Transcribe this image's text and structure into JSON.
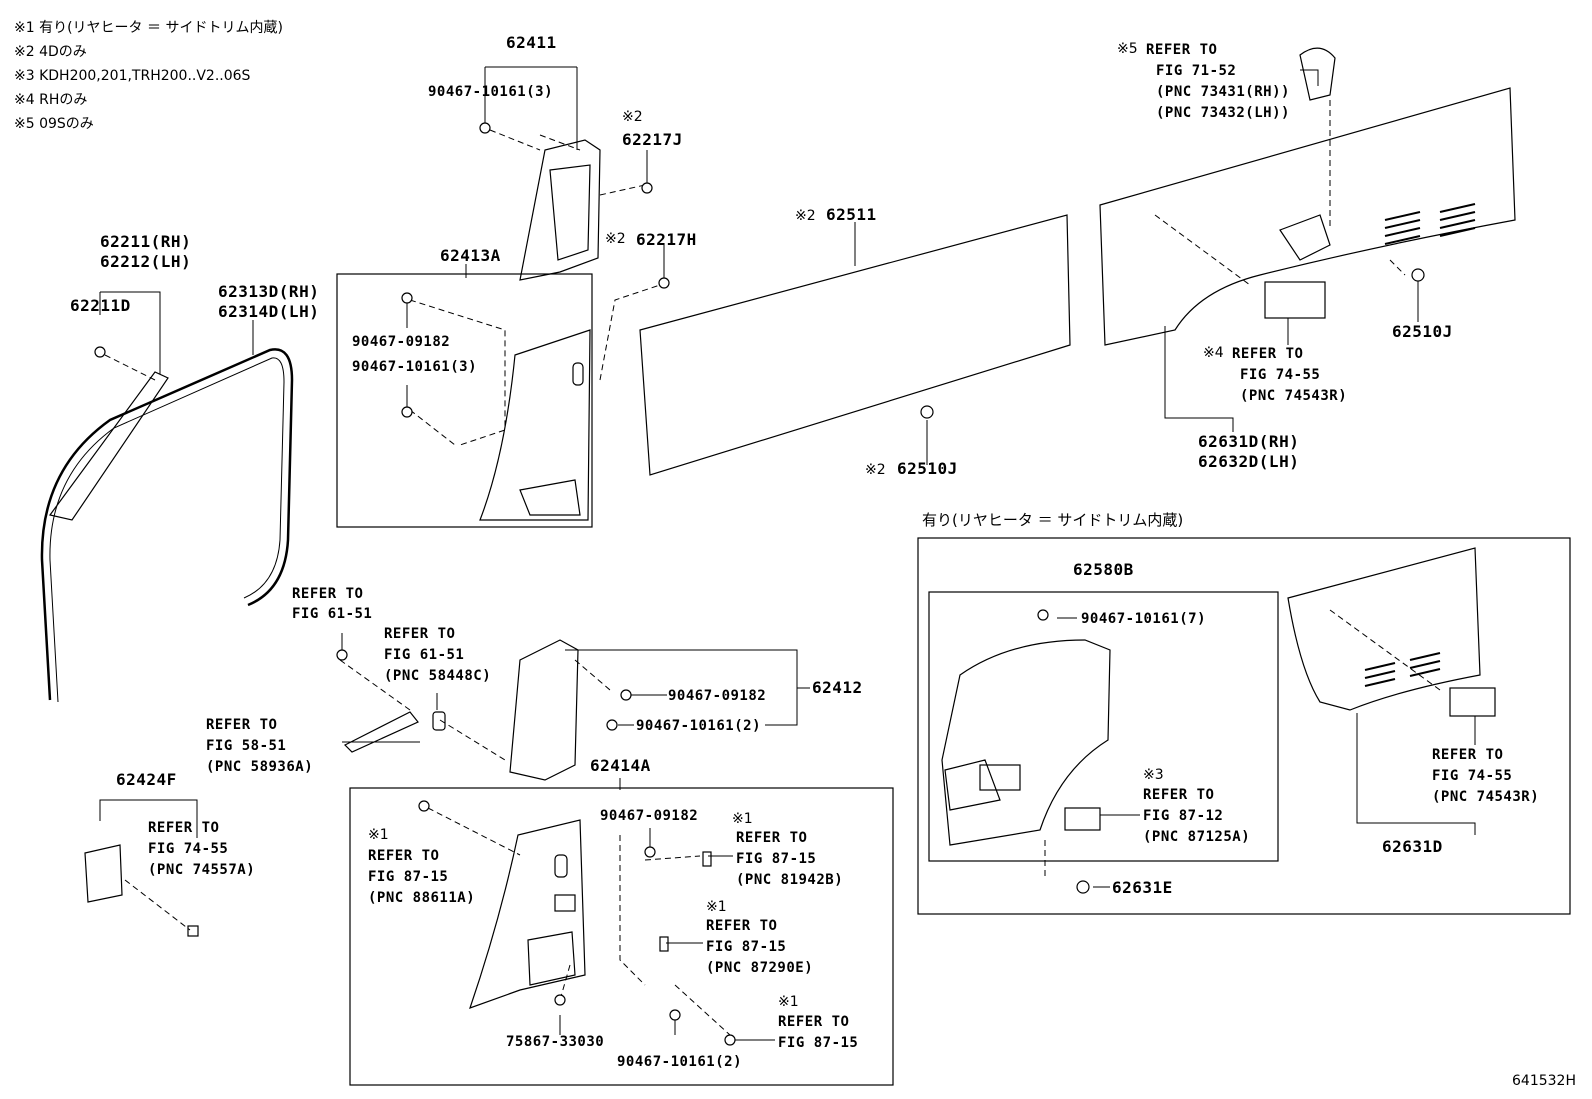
{
  "notes": [
    "※1 有り(リヤヒータ ＝ サイドトリム内蔵)",
    "※2 4Dのみ",
    "※3 KDH200,201,TRH200..V2..06S",
    "※4 RHのみ",
    "※5 09Sのみ"
  ],
  "box_caption": "有り(リヤヒータ ＝ サイドトリム内蔵)",
  "figure_id": "641532H",
  "labels": {
    "p62411": "62411",
    "p90467_10161_3a": "90467-10161(3)",
    "m2a": "※2",
    "p62217J": "62217J",
    "p62211RH": "62211(RH)",
    "p62212LH": "62212(LH)",
    "p62211D": "62211D",
    "p62313D": "62313D(RH)",
    "p62314D": "62314D(LH)",
    "p62413A": "62413A",
    "m2b": "※2",
    "p62217H": "62217H",
    "p90467_09182a": "90467-09182",
    "p90467_10161_3b": "90467-10161(3)",
    "m2c": "※2",
    "p62511": "62511",
    "m2d": "※2",
    "p62510J_a": "62510J",
    "m5": "※5",
    "ref5_a": "REFER TO",
    "ref5_b": "FIG 71-52",
    "ref5_c": "(PNC 73431(RH))",
    "ref5_d": "(PNC 73432(LH))",
    "p62510J_b": "62510J",
    "m4": "※4",
    "ref4_a": "REFER TO",
    "ref4_b": "FIG 74-55",
    "ref4_c": "(PNC 74543R)",
    "p62631D_RH": "62631D(RH)",
    "p62632D_LH": "62632D(LH)",
    "ref61_a": "REFER TO",
    "ref61_b": "FIG 61-51",
    "ref61c_a": "REFER TO",
    "ref61c_b": "FIG 61-51",
    "ref61c_c": "(PNC 58448C)",
    "ref58_a": "REFER TO",
    "ref58_b": "FIG 58-51",
    "ref58_c": "(PNC 58936A)",
    "p90467_09182b": "90467-09182",
    "p90467_10161_2a": "90467-10161(2)",
    "p62412": "62412",
    "p62414A": "62414A",
    "p62424F": "62424F",
    "ref74_a": "REFER TO",
    "ref74_b": "FIG 74-55",
    "ref74_c": "(PNC 74557A)",
    "m1a": "※1",
    "ref88_a": "REFER TO",
    "ref88_b": "FIG 87-15",
    "ref88_c": "(PNC 88611A)",
    "p90467_09182c": "90467-09182",
    "m1b": "※1",
    "ref81_a": "REFER TO",
    "ref81_b": "FIG 87-15",
    "ref81_c": "(PNC 81942B)",
    "m1c": "※1",
    "ref87_a": "REFER TO",
    "ref87_b": "FIG 87-15",
    "ref87_c": "(PNC 87290E)",
    "m1d": "※1",
    "ref8715_a": "REFER TO",
    "ref8715_b": "FIG 87-15",
    "p75867": "75867-33030",
    "p90467_10161_2b": "90467-10161(2)",
    "p62580B": "62580B",
    "p90467_10161_7": "90467-10161(7)",
    "m3": "※3",
    "ref3_a": "REFER TO",
    "ref3_b": "FIG 87-12",
    "ref3_c": "(PNC 87125A)",
    "p62631E": "62631E",
    "refbox_a": "REFER TO",
    "refbox_b": "FIG 74-55",
    "refbox_c": "(PNC 74543R)",
    "p62631D": "62631D"
  }
}
